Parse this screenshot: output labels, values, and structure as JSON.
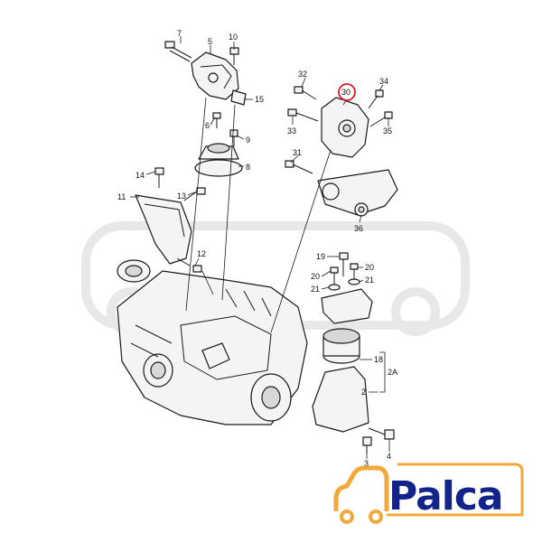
{
  "diagram": {
    "callouts": {
      "c7": "7",
      "c5": "5",
      "c10": "10",
      "c15": "15",
      "c6": "6",
      "c9": "9",
      "c8": "8",
      "c32": "32",
      "c30": "30",
      "c34": "34",
      "c33": "33",
      "c35": "35",
      "c31": "31",
      "c36": "36",
      "c14": "14",
      "c11": "11",
      "c13": "13",
      "c12": "12",
      "c19": "19",
      "c20a": "20",
      "c20b": "20",
      "c21a": "21",
      "c21b": "21",
      "c18": "18",
      "c2A": "2A",
      "c2": "2",
      "c3": "3",
      "c4": "4"
    },
    "highlight_color": "#e0142b"
  },
  "logo": {
    "text": "Palca",
    "color": "#12248c",
    "accent": "#f2a93b",
    "icon": "car-icon"
  }
}
